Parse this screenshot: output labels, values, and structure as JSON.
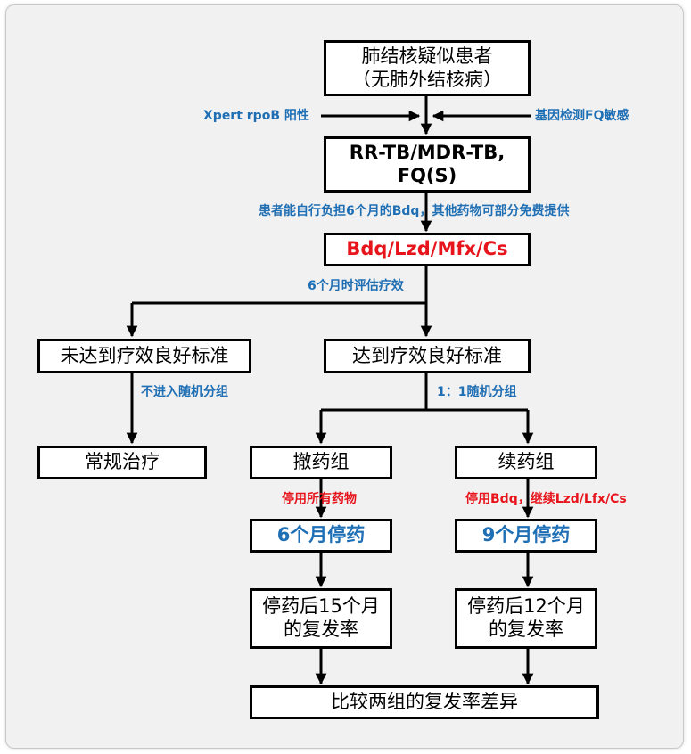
{
  "nodes": {
    "suspect": [
      "肺结核疑似患者",
      "（无肺外结核病）"
    ],
    "rr_tb": [
      "RR-TB/MDR-TB,",
      "FQ(S)"
    ],
    "regimen": "Bdq/Lzd/Mfx/Cs",
    "not_met": "未达到疗效良好标准",
    "met": "达到疗效良好标准",
    "routine": "常规治疗",
    "withdraw": "撤药组",
    "continue": "续药组",
    "stop6": "6个月停药",
    "stop9": "9个月停药",
    "relapse15": [
      "停药后15个月",
      "的复发率"
    ],
    "relapse12": [
      "停药后12个月",
      "的复发率"
    ],
    "compare": "比较两组的复发率差异"
  },
  "labels": {
    "xpert": "Xpert rpoB 阳性",
    "gene": "基因检测FQ敏感",
    "afford": "患者能自行负担6个月的Bdq，其他药物可部分免费提供",
    "eval6": "6个月时评估疗效",
    "no_random": "不进入随机分组",
    "random": "1：1随机分组",
    "stop_all": "停用所有药物",
    "stop_bdq": "停用Bdq，继续Lzd/Lfx/Cs"
  },
  "colors": {
    "red": "#e8141c",
    "blue": "#1f6fb5",
    "line": "#000000",
    "frame": "#f1f1f1"
  }
}
